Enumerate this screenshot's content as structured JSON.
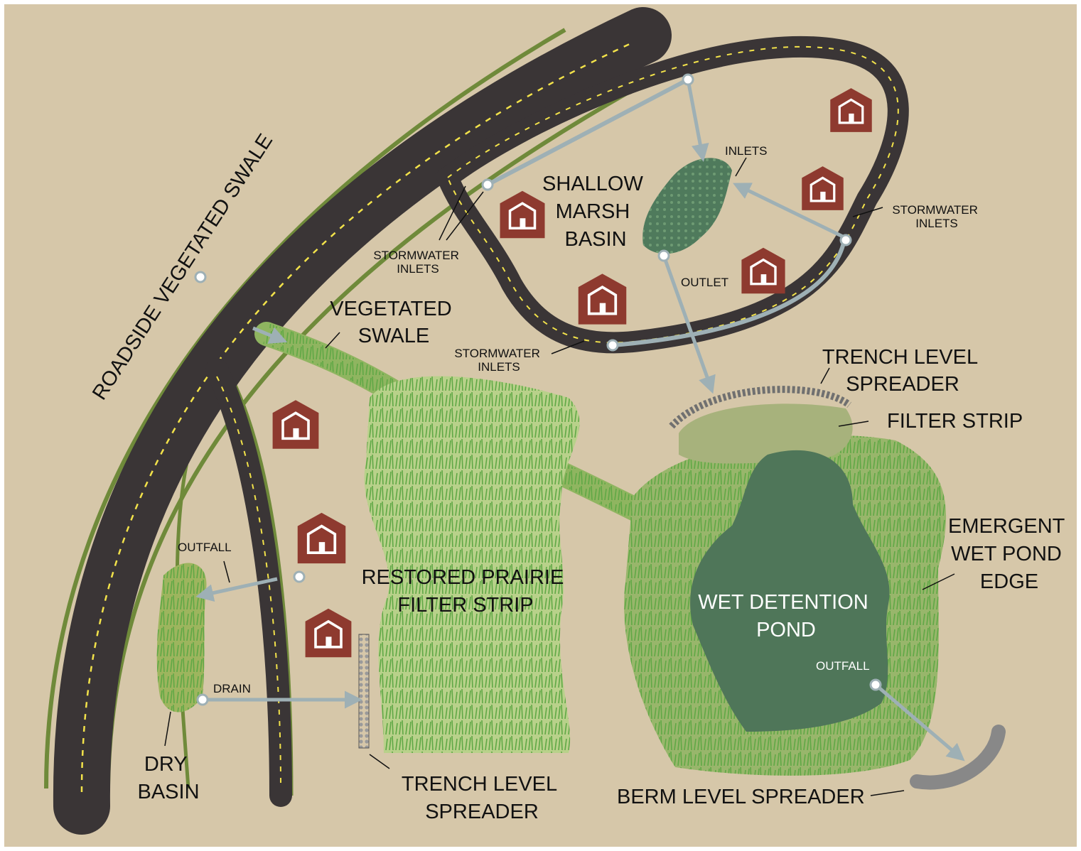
{
  "labels": {
    "roadside_swale": "ROADSIDE VEGETATED SWALE",
    "shallow_marsh": [
      "SHALLOW",
      "MARSH",
      "BASIN"
    ],
    "inlets_top": "INLETS",
    "stormwater_inlets_left": [
      "STORMWATER",
      "INLETS"
    ],
    "stormwater_inlets_right": [
      "STORMWATER",
      "INLETS"
    ],
    "stormwater_inlets_bottom": [
      "STORMWATER",
      "INLETS"
    ],
    "outlet": "OUTLET",
    "vegetated_swale": [
      "VEGETATED",
      "SWALE"
    ],
    "trench_level_spreader_top": [
      "TRENCH LEVEL",
      "SPREADER"
    ],
    "filter_strip": "FILTER STRIP",
    "emergent_edge": [
      "EMERGENT",
      "WET POND",
      "EDGE"
    ],
    "wet_detention_pond": [
      "WET DETENTION",
      "POND"
    ],
    "outfall_pond": "OUTFALL",
    "berm_level_spreader": "BERM LEVEL SPREADER",
    "restored_prairie": [
      "RESTORED PRAIRIE",
      "FILTER STRIP"
    ],
    "outfall_left": "OUTFALL",
    "drain": "DRAIN",
    "dry_basin": [
      "DRY",
      "BASIN"
    ],
    "trench_level_spreader_bottom": [
      "TRENCH LEVEL",
      "SPREADER"
    ]
  },
  "colors": {
    "ground": "#d6c7a9",
    "road": "#3a3536",
    "road_line": "#f2e24a",
    "swale_line": "#6f8a3a",
    "house": "#8e3a2f",
    "pipe": "#9eb0b5",
    "pond": "#4f7659",
    "prairie": "#b8d18a",
    "grass": "#6ab04c",
    "marsh": "#4f7a5c",
    "stone": "#7a7a7a"
  }
}
